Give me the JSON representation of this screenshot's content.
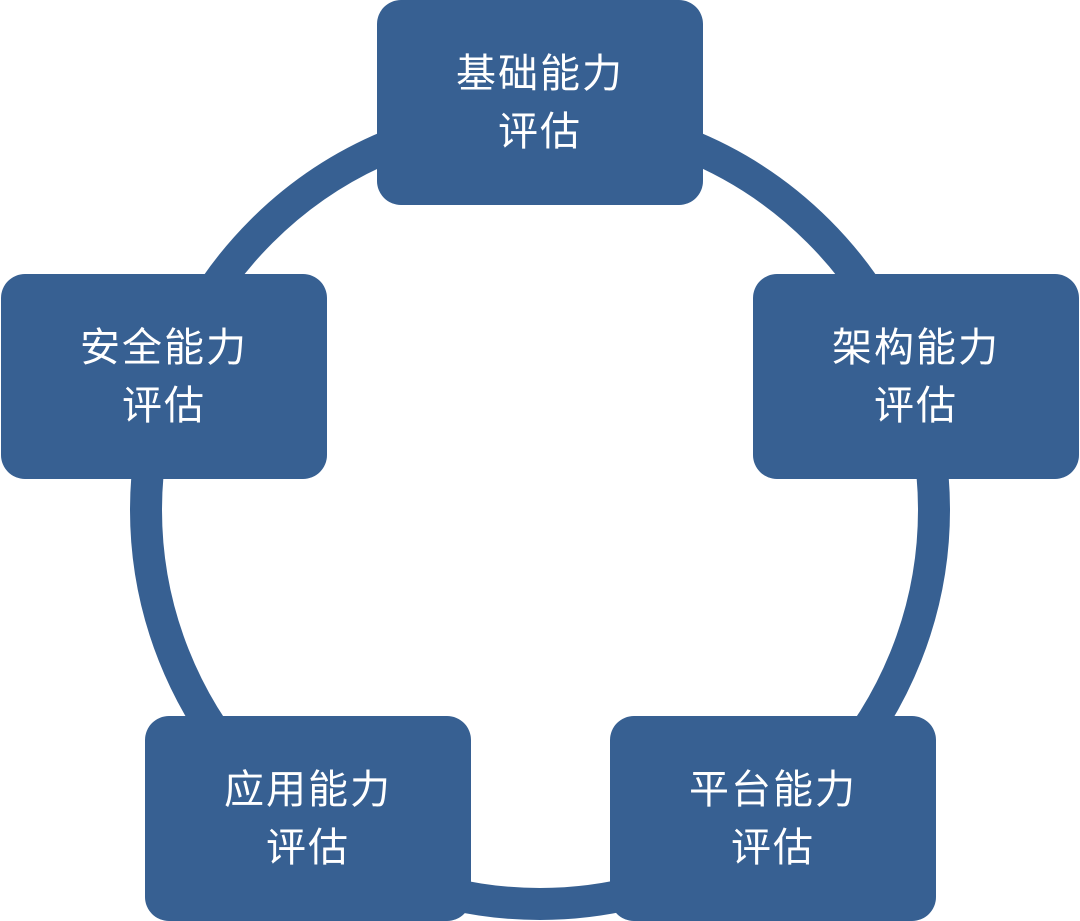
{
  "colors": {
    "node_fill": "#376092",
    "ring_stroke": "#376092",
    "node_text": "#ffffff",
    "background": "#ffffff"
  },
  "nodes": [
    {
      "line1": "基础能力",
      "line2": "评估"
    },
    {
      "line1": "架构能力",
      "line2": "评估"
    },
    {
      "line1": "平台能力",
      "line2": "评估"
    },
    {
      "line1": "应用能力",
      "line2": "评估"
    },
    {
      "line1": "安全能力",
      "line2": "评估"
    }
  ]
}
